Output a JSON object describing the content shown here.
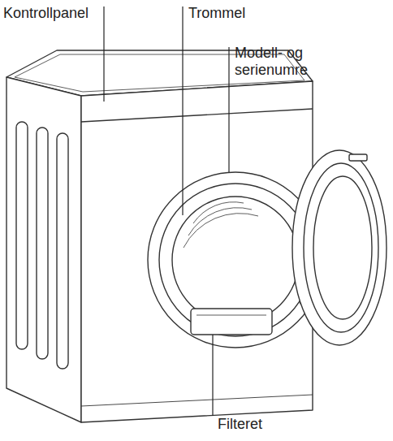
{
  "diagram": {
    "labels": [
      "Kontrollpanel",
      "Trommel",
      "Modell- og serienumre",
      "Filteret"
    ]
  }
}
